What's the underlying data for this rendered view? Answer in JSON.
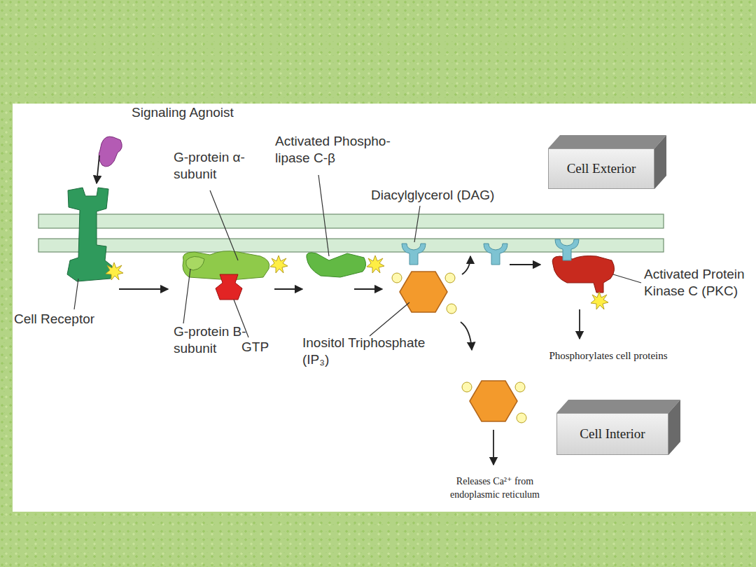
{
  "diagram": {
    "nodes": [
      {
        "text": [
          "Cell Exterior"
        ]
      },
      {
        "text": [
          "Cell Interior"
        ]
      }
    ],
    "labels": [
      "Signaling Agnoist",
      "G-protein α-subunit",
      "Activated Phospho- lipase C-β",
      "Diacylglycerol (DAG)",
      "Cell Receptor",
      "G-protein B-subunit",
      "GTP",
      "Inositol Triphosphate (IP₃)",
      "Activated Protein Kinase C (PKC)",
      "Phosphorylates cell proteins",
      "Releases Ca²⁺ from endoplasmic reticulum"
    ]
  }
}
